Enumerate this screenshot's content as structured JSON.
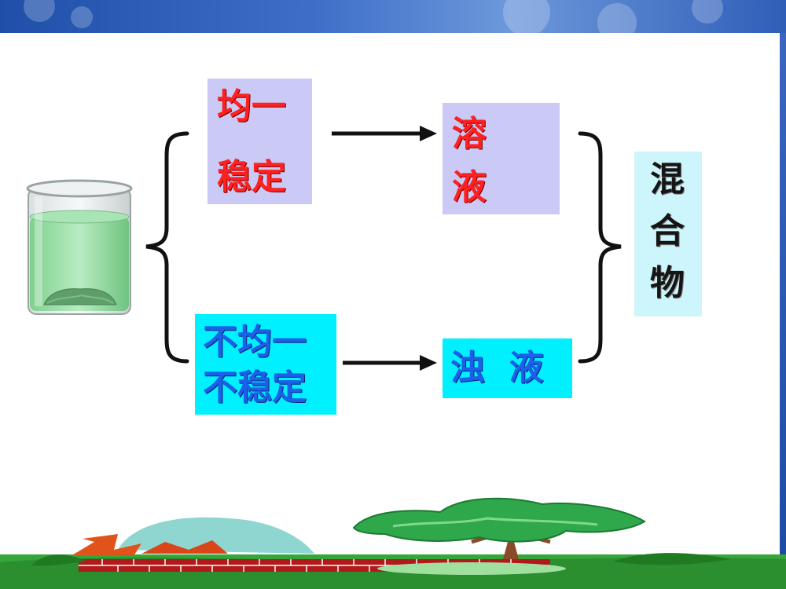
{
  "nodes": {
    "homogeneous_stable": [
      "均一",
      "稳定"
    ],
    "solution": [
      "溶",
      "液"
    ],
    "heterogeneous_unstable": [
      "不均一",
      "不稳定"
    ],
    "suspension": "浊  液",
    "mixture": [
      "混",
      "合",
      "物"
    ]
  },
  "colors": {
    "lavender_box": "#cbc9f5",
    "cyan_box": "#00f0ff",
    "light_cyan_box": "#ccf6fb",
    "red_text": "#ff2020",
    "blue_text": "#1c5fe8"
  }
}
